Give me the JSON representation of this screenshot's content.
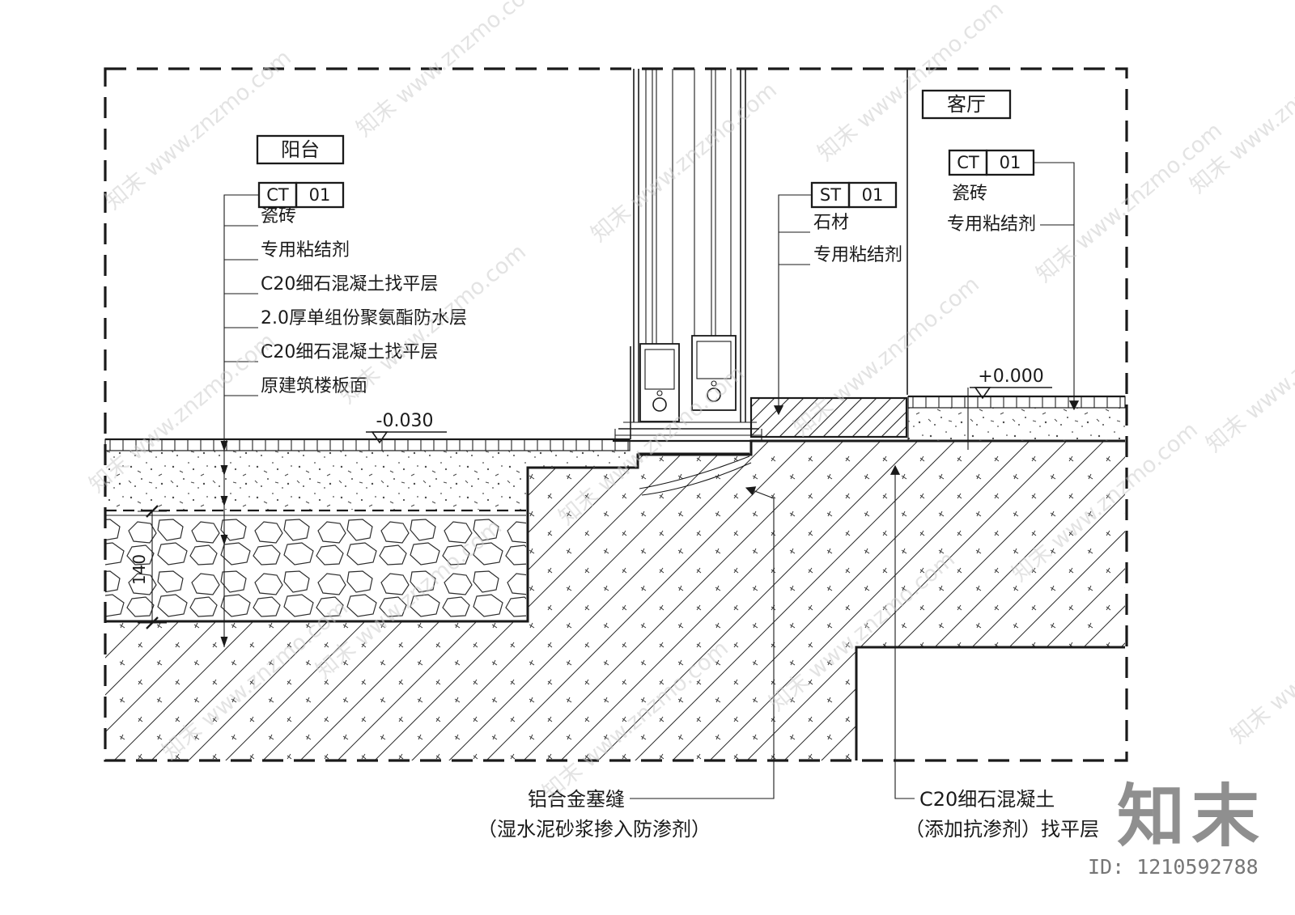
{
  "regions": {
    "balcony": "阳台",
    "living_room": "客厅"
  },
  "tags": {
    "ct_left": {
      "code": "CT",
      "num": "01"
    },
    "st": {
      "code": "ST",
      "num": "01"
    },
    "ct_right": {
      "code": "CT",
      "num": "01"
    }
  },
  "left_callouts": {
    "items": [
      "瓷砖",
      "专用粘结剂",
      "C20细石混凝土找平层",
      "2.0厚单组份聚氨酯防水层",
      "C20细石混凝土找平层",
      "原建筑楼板面"
    ]
  },
  "st_callouts": {
    "material": "石材",
    "adhesive": "专用粘结剂"
  },
  "ct_right_callouts": {
    "material": "瓷砖",
    "adhesive": "专用粘结剂"
  },
  "elevations": {
    "balcony": "-0.030",
    "living_room": "+0.000"
  },
  "dimensions": {
    "fill_height": "140"
  },
  "bottom_callouts": {
    "aluminum": {
      "line1": "铝合金塞缝",
      "line2": "（湿水泥砂浆掺入防渗剂）"
    },
    "concrete": {
      "line1": "C20细石混凝土",
      "line2": "（添加抗渗剂）找平层"
    }
  },
  "watermark": {
    "tile_text": "知末 www.znzmo.com",
    "logo": "知末",
    "id_label": "ID: 1210592788"
  },
  "colors": {
    "ink": "#1a1a1a",
    "wm": "#c9c9c9",
    "brand": "#8f8f8f",
    "brandid": "#767676"
  }
}
